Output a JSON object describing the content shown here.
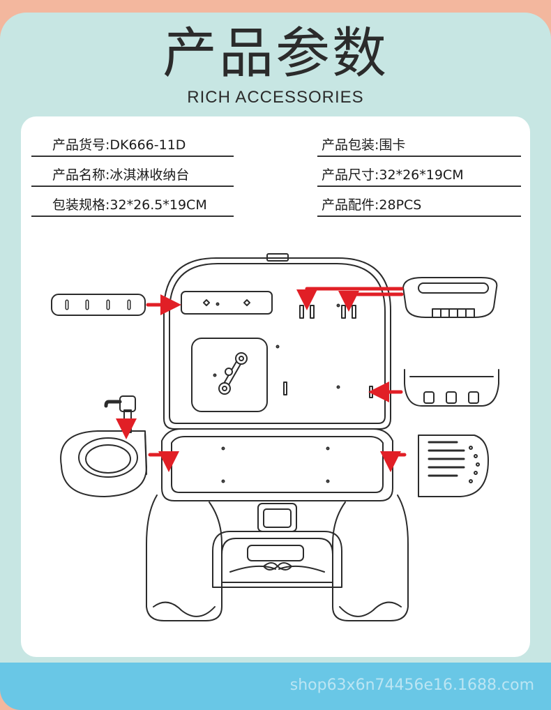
{
  "header": {
    "title": "产品参数",
    "subtitle": "RICH ACCESSORIES"
  },
  "specs": {
    "row1_left": "产品货号:DK666-11D",
    "row1_right": "产品包装:围卡",
    "row2_left": "产品名称:冰淇淋收纳台",
    "row2_right": "产品尺寸:32*26*19CM",
    "row3_left": "包装规格:32*26.5*19CM",
    "row3_right": "产品配件:28PCS"
  },
  "footer": {
    "url": "shop63x6n74456e16.1688.com"
  },
  "colors": {
    "frame": "#c7e6e3",
    "outer": "#f3b79e",
    "band": "#69c7e6",
    "arrow": "#e11f26",
    "line": "#2b2b2b"
  }
}
